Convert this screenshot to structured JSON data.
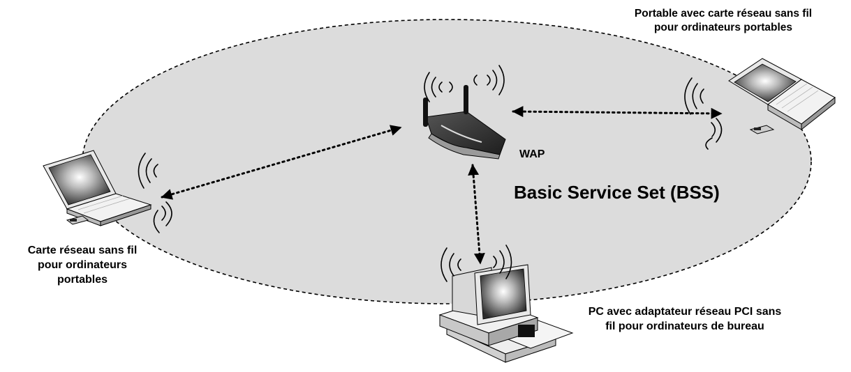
{
  "labels": {
    "top_right": {
      "line1": "Portable avec carte réseau sans fil",
      "line2": "pour ordinateurs portables"
    },
    "wap": "WAP",
    "bss": "Basic Service Set (BSS)",
    "left": {
      "line1": "Carte réseau sans fil",
      "line2": "pour ordinateurs",
      "line3": "portables"
    },
    "bottom_right": {
      "line1": "PC avec adaptateur réseau PCI sans",
      "line2": "fil pour ordinateurs de bureau"
    }
  },
  "colors": {
    "bss_area": "#dcdcdc",
    "bss_border": "#000000",
    "router_body": "#3a3a3a",
    "link_dots": "#000000"
  },
  "icons": [
    "wireless-router-icon",
    "laptop-icon",
    "desktop-pc-icon",
    "wifi-card-icon",
    "radio-wave-icon"
  ]
}
